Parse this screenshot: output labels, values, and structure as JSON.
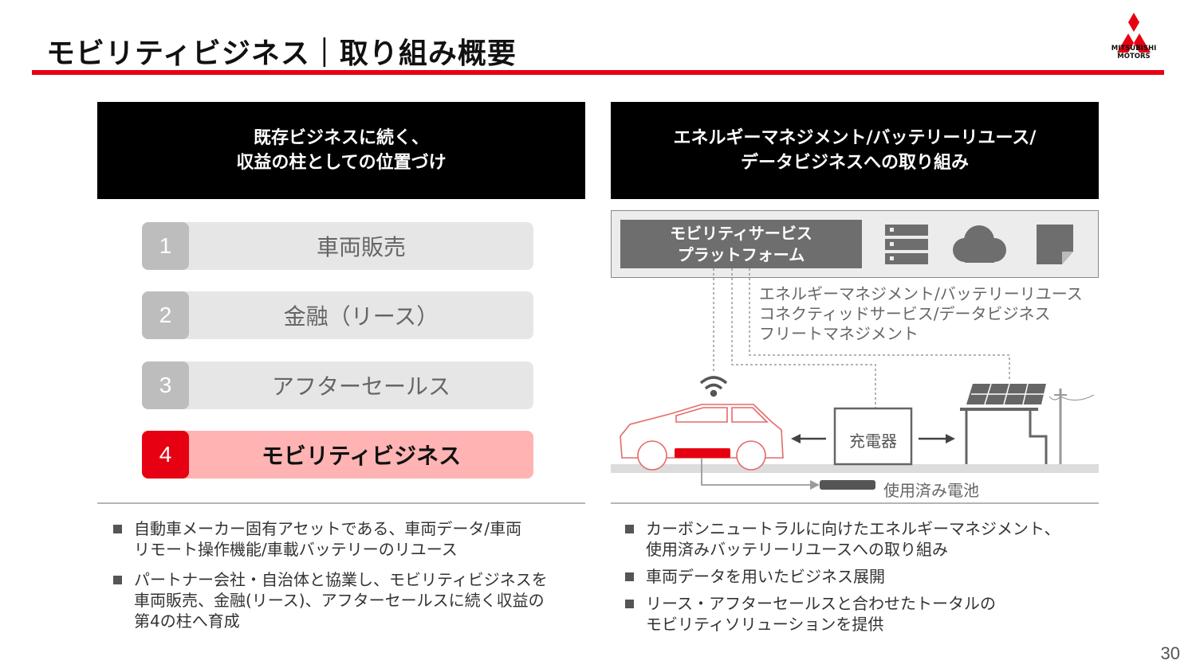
{
  "header": {
    "title": "モビリティビジネス｜取り組み概要",
    "logo_lines": [
      "MITSUBISHI",
      "MOTORS"
    ]
  },
  "left": {
    "heading_lines": [
      "既存ビジネスに続く、",
      "収益の柱としての位置づけ"
    ],
    "pillars": [
      {
        "num": "1",
        "label": "車両販売"
      },
      {
        "num": "2",
        "label": "金融（リース）"
      },
      {
        "num": "3",
        "label": "アフターセールス"
      },
      {
        "num": "4",
        "label": "モビリティビジネス"
      }
    ],
    "bullets": [
      {
        "lines": [
          "自動車メーカー固有アセットである、車両データ/車両",
          "リモート操作機能/車載バッテリーのリユース"
        ]
      },
      {
        "lines": [
          "パートナー会社・自治体と協業し、モビリティビジネスを",
          "車両販売、金融(リース)、アフターセールスに続く収益の",
          "第4の柱へ育成"
        ]
      }
    ]
  },
  "right": {
    "heading_lines": [
      "エネルギーマネジメント/バッテリーリユース/",
      "データビジネスへの取り組み"
    ],
    "platform_lines": [
      "モビリティサービス",
      "プラットフォーム"
    ],
    "services": [
      "エネルギーマネジメント/バッテリーリユース",
      "コネクティッドサービス/データビジネス",
      "フリートマネジメント"
    ],
    "charger": "充電器",
    "used_battery": "使用済み電池",
    "bullets": [
      {
        "lines": [
          "カーボンニュートラルに向けたエネルギーマネジメント、",
          "使用済みバッテリーリユースへの取り組み"
        ]
      },
      {
        "lines": [
          "車両データを用いたビジネス展開"
        ]
      },
      {
        "lines": [
          "リース・アフターセールスと合わせたトータルの",
          "モビリティソリューションを提供"
        ]
      }
    ]
  },
  "page_number": "30",
  "colors": {
    "accent": "#e60012",
    "active_pill": "#ffb3b3",
    "pill": "#e6e6e6",
    "dark": "#000000"
  },
  "icons": [
    "server-icon",
    "cloud-icon",
    "document-icon",
    "wifi-icon",
    "car-icon",
    "battery-icon",
    "solar-panel-icon",
    "utility-pole-icon"
  ]
}
